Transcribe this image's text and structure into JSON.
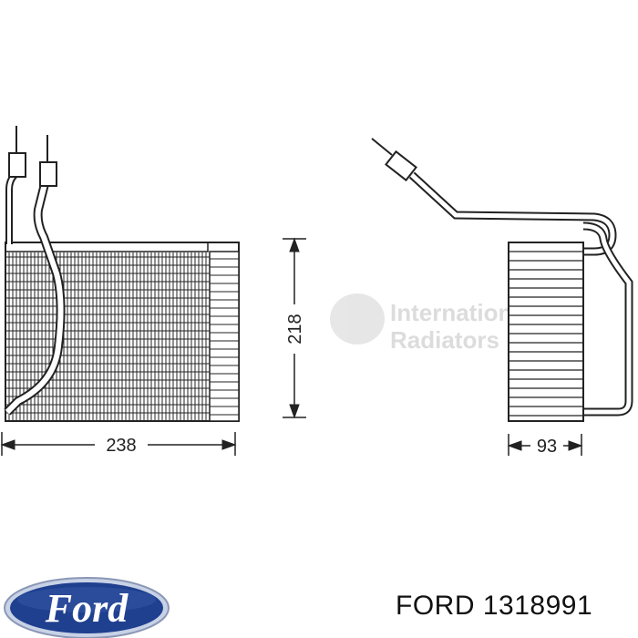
{
  "dimensions": {
    "width": "238",
    "height": "218",
    "depth": "93"
  },
  "watermark": {
    "line1": "International",
    "line2": "Radiators"
  },
  "logo": {
    "text": "Ford"
  },
  "part": {
    "brand": "FORD",
    "number": "1318991"
  },
  "colors": {
    "line": "#222222",
    "logo_blue": "#1f3f8f",
    "logo_rim": "#c8d2e6",
    "watermark": "#d9d9d9"
  }
}
